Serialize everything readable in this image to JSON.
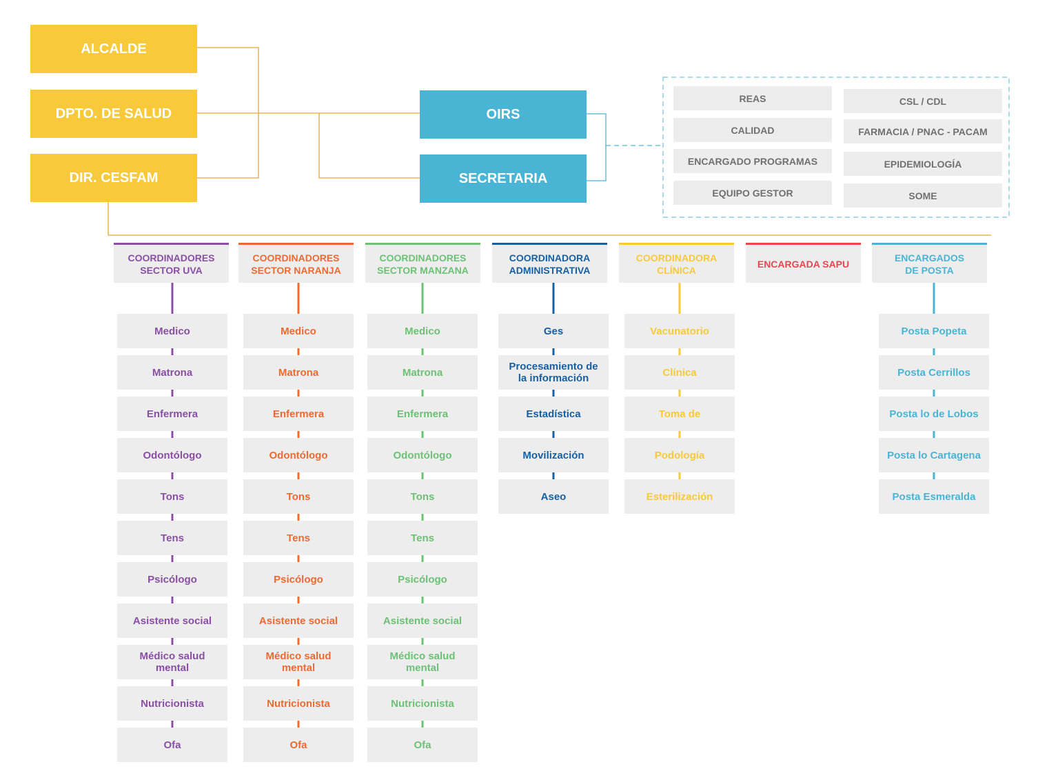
{
  "top": {
    "alcalde": "ALCALDE",
    "dpto_salud": "DPTO. DE SALUD",
    "dir_cesfam": "DIR. CESFAM",
    "oirs": "OIRS",
    "secretaria": "SECRETARIA"
  },
  "side_panel": {
    "left": [
      "REAS",
      "CALIDAD",
      "ENCARGADO PROGRAMAS",
      "EQUIPO GESTOR"
    ],
    "right": [
      "CSL / CDL",
      "FARMACIA / PNAC - PACAM",
      "EPIDEMIOLOGÍA",
      "SOME"
    ]
  },
  "colors": {
    "yellow": "#F8C93A",
    "blue": "#4AB4D5",
    "line_orange": "#E8A630",
    "panel_gray": "#EDEDEE",
    "gray_text": "#707070"
  },
  "columns": [
    {
      "header": "COORDINADORES\nSECTOR UVA",
      "color": "#8A4FA5",
      "items": [
        "Medico",
        "Matrona",
        "Enfermera",
        "Odontólogo",
        "Tons",
        "Tens",
        "Psicólogo",
        "Asistente social",
        "Médico salud\nmental",
        "Nutricionista",
        "Ofa"
      ]
    },
    {
      "header": "COORDINADORES\nSECTOR NARANJA",
      "color": "#EE6A30",
      "items": [
        "Medico",
        "Matrona",
        "Enfermera",
        "Odontólogo",
        "Tons",
        "Tens",
        "Psicólogo",
        "Asistente social",
        "Médico salud\nmental",
        "Nutricionista",
        "Ofa"
      ]
    },
    {
      "header": "COORDINADORES\nSECTOR MANZANA",
      "color": "#6CC175",
      "items": [
        "Medico",
        "Matrona",
        "Enfermera",
        "Odontólogo",
        "Tons",
        "Tens",
        "Psicólogo",
        "Asistente social",
        "Médico salud\nmental",
        "Nutricionista",
        "Ofa"
      ]
    },
    {
      "header": "COORDINADORA\nADMINISTRATIVA",
      "color": "#1760A3",
      "items": [
        "Ges",
        "Procesamiento de\nla información",
        "Estadística",
        "Movilización",
        "Aseo"
      ]
    },
    {
      "header": "COORDINADORA\nCLÍNICA",
      "color": "#F8C93A",
      "items": [
        "Vacunatorio",
        "Clínica",
        "Toma de",
        "Podología",
        "Esterilización"
      ]
    },
    {
      "header": "ENCARGADA SAPU",
      "color": "#E8474F",
      "items": []
    },
    {
      "header": "ENCARGADOS\nDE POSTA",
      "color": "#4AB4D5",
      "items": [
        "Posta Popeta",
        "Posta Cerrillos",
        "Posta lo de Lobos",
        "Posta lo Cartagena",
        "Posta Esmeralda"
      ]
    }
  ]
}
